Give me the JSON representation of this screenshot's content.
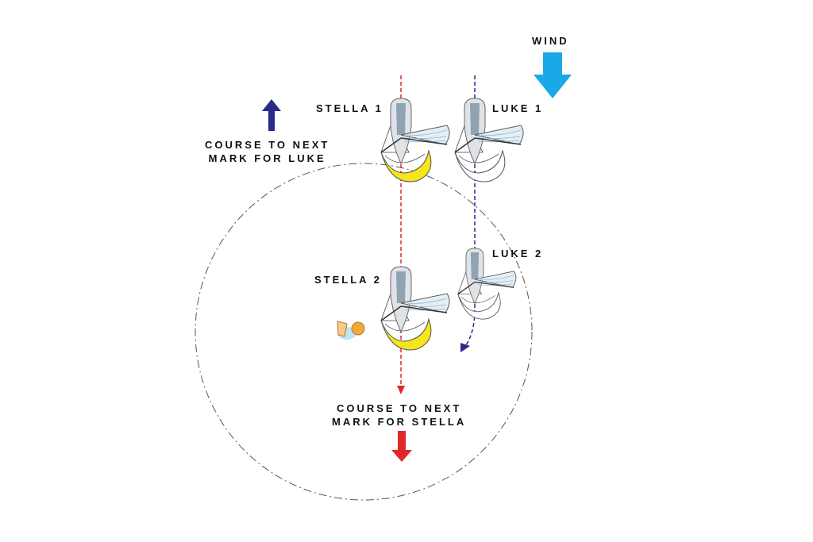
{
  "labels": {
    "wind": "WIND",
    "stella1": "STELLA 1",
    "luke1": "LUKE 1",
    "stella2": "STELLA 2",
    "luke2": "LUKE 2",
    "course_luke_line1": "COURSE TO NEXT",
    "course_luke_line2": "MARK FOR LUKE",
    "course_stella_line1": "COURSE TO NEXT",
    "course_stella_line2": "MARK FOR STELLA"
  },
  "colors": {
    "wind_arrow": "#19a8e8",
    "luke_course": "#2b2a8a",
    "stella_course": "#e3262a",
    "spinnaker": "#f5e51b",
    "hull": "#c9cfd6",
    "deck": "#8fa3b3"
  }
}
